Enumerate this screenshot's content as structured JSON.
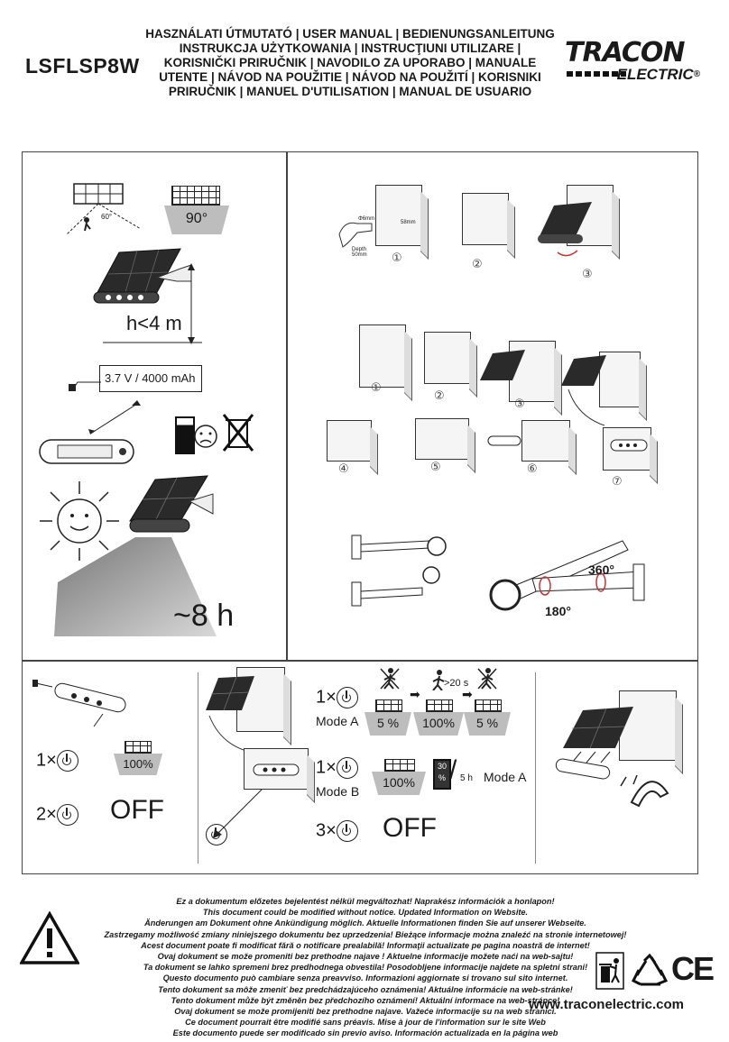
{
  "header": {
    "model": "LSFLSP8W",
    "title_lines": [
      "HASZNÁLATI ÚTMUTATÓ | USER MANUAL | BEDIENUNGSANLEITUNG",
      "INSTRUKCJA UŻYTKOWANIA | INSTRUCŢIUNI UTILIZARE |",
      "KORISNIČKI PRIRUČNIK | NAVODILO ZA UPORABO | MANUALE",
      "UTENTE | NÁVOD NA POUŽITIE | NÁVOD NA POUŽITÍ | KORISNIKI",
      "PRIRUČNIK | MANUEL D'UTILISATION | MANUAL DE USUARIO"
    ],
    "brand_top": "TRACON",
    "brand_bottom": "ELECTRIC",
    "brand_reg": "®"
  },
  "panel1": {
    "angle_60": "60°",
    "angle_90": "90°",
    "height": "h<4 m",
    "battery": "3.7 V / 4000 mAh",
    "duration": "~8 h"
  },
  "panel2": {
    "depth1": "Depth 50mm",
    "diam1": "Φ6mm",
    "spacing1": "58mm",
    "steps_a": [
      "①",
      "②",
      "③"
    ],
    "steps_b": [
      "①",
      "②",
      "③",
      "④",
      "⑤",
      "⑥",
      "⑦"
    ],
    "rot360": "360°",
    "rot180": "180°"
  },
  "panel3": {
    "press1": "1×",
    "press2": "2×",
    "pct100": "100%",
    "off": "OFF"
  },
  "panel4": {
    "mode_a_press": "1×",
    "mode_a": "Mode A",
    "delay": ">20 s",
    "levels_a": [
      "5 %",
      "100%",
      "5 %"
    ],
    "mode_b_press": "1×",
    "mode_b": "Mode B",
    "level_b": "100%",
    "battery_pct": "30 %",
    "hours": "5 h",
    "mode_a_ref": "Mode A",
    "press3": "3×",
    "off": "OFF"
  },
  "footer": {
    "disclaimer": [
      "Ez a dokumentum előzetes bejelentést nélkül megváltozhat! Naprakész információk a honlapon!",
      "This document could be modified without notice. Updated Information on Website.",
      "Änderungen am Dokument ohne Ankündigung möglich. Aktuelle Informationen finden Sie auf unserer Webseite.",
      "Zastrzegamy możliwość zmiany niniejszego dokumentu bez uprzedzenia! Bieżące informacje można znaleźć na stronie internetowej!",
      "Acest document poate fi modificat fără o notificare prealabilă! Informaţii actualizate pe pagina noastră de internet!",
      "Ovaj dokument se može promeniti bez prethodne najave ! Aktuelne informacije možete naći na web-sajtu!",
      "Ta dokument se lahko spremeni brez predhodnega obvestila! Posodobljene informacije najdete na spletni strani!",
      "Questo documento può cambiare senza preavviso. Informazioni aggiornate si trovano sul sito internet.",
      "Tento dokument sa môže zmeniť bez predchádzajúceho oznámenia! Aktuálne informácie na web-stránke!",
      "Tento dokument může být změněn bez předchozího oznámení! Aktuální informace na web-stránce!",
      "Ovaj dokument se može promijeniti bez prethodne najave. Važeće informacije su na web stranici.",
      "Ce document pourrait être modifié sans préavis. Mise à jour de l'information sur le site Web",
      "Este documento puede ser modificado sin previo aviso. Información actualizada en la página web"
    ],
    "website": "www.traconelectric.com",
    "ce": "CE"
  }
}
